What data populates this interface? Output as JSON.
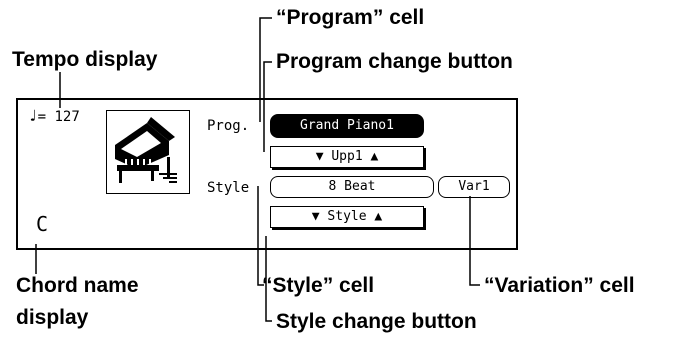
{
  "callouts": {
    "program_cell": "“Program” cell",
    "program_change_button": "Program change button",
    "tempo_display": "Tempo display",
    "chord_name_display_line1": "Chord name",
    "chord_name_display_line2": "display",
    "style_cell": "“Style” cell",
    "variation_cell": "“Variation” cell",
    "style_change_button": "Style change button"
  },
  "screen": {
    "tempo_note_glyph": "♩",
    "tempo_value": "= 127",
    "program_label": "Prog.",
    "program_name": "Grand Piano1",
    "program_button": "▼ Upp1 ▲",
    "style_label": "Style",
    "style_name": "8 Beat",
    "variation": "Var1",
    "style_button": "▼ Style ▲",
    "chord": "C",
    "program_icon": "grand-piano-icon"
  }
}
